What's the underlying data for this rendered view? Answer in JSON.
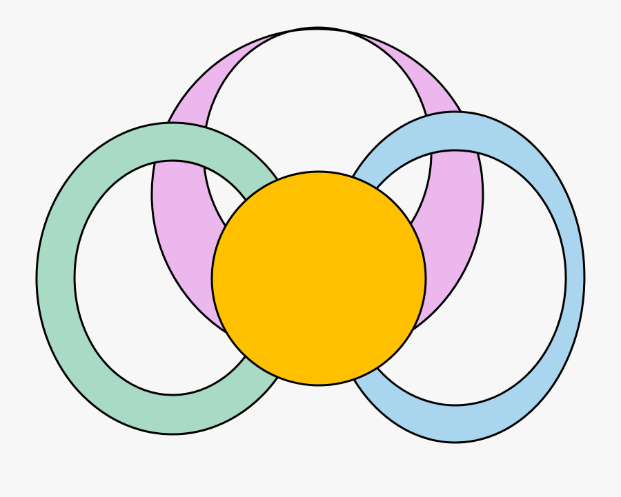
{
  "figure": {
    "shapes": [
      {
        "name": "pink-crescent",
        "color": "#ecb7ec"
      },
      {
        "name": "green-ring",
        "color": "#a9dac5"
      },
      {
        "name": "blue-crescent",
        "color": "#a9d5ef"
      },
      {
        "name": "yellow-circle",
        "color": "#ffc000"
      }
    ],
    "outline_color": "#000000",
    "background_color": "#f7f7f8"
  }
}
